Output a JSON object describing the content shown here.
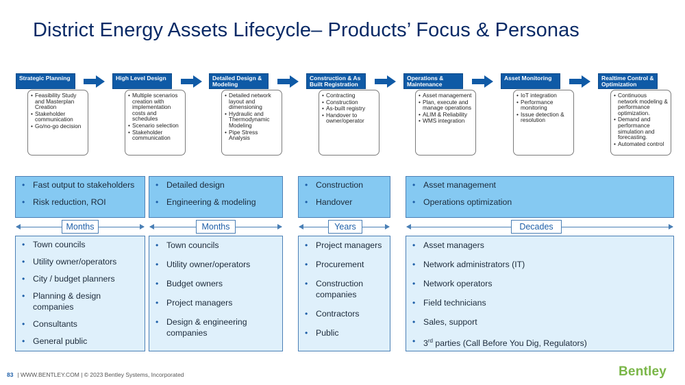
{
  "title": "District Energy Assets Lifecycle– Products’ Focus & Personas",
  "phases": [
    {
      "label": "Strategic Planning",
      "items": [
        "Feasibility Study and Masterplan Creation",
        "Stakeholder communication",
        "Go/no-go decision"
      ]
    },
    {
      "label": "High Level Design",
      "items": [
        "Multiple scenarios creation with implementation costs and schedules",
        "Scenario selection",
        "Stakeholder communication"
      ]
    },
    {
      "label": "Detailed Design & Modeling",
      "items": [
        "Detailed network layout and dimensioning",
        "Hydraulic and Thermodynamic Modeling",
        "Pipe Stress Analysis"
      ]
    },
    {
      "label": "Construction & As Built Registration",
      "items": [
        "Contracting",
        "Construction",
        "As-built registry",
        "Handover to owner/operator"
      ]
    },
    {
      "label": "Operations & Maintenance",
      "items": [
        "Asset management",
        "Plan, execute and manage operations",
        "ALIM & Reliability",
        "WMS integration"
      ]
    },
    {
      "label": "Asset Monitoring",
      "items": [
        "IoT integration",
        "Performance monitoring",
        "Issue detection & resolution"
      ]
    },
    {
      "label": "Realtime Control & Optimization",
      "items": [
        "Continuous network modeling & performance optimization.",
        "Demand and performance simulation and forecasting.",
        "Automated control"
      ]
    }
  ],
  "focus": [
    {
      "items": [
        "Fast output to stakeholders",
        "Risk reduction, ROI"
      ]
    },
    {
      "items": [
        "Detailed design",
        "Engineering & modeling"
      ]
    },
    {
      "items": [
        "Construction",
        "Handover"
      ]
    },
    {
      "items": [
        "Asset management",
        "Operations optimization"
      ]
    }
  ],
  "durations": [
    "Months",
    "Months",
    "Years",
    "Decades"
  ],
  "personas": [
    {
      "items": [
        "Town councils",
        "Utility owner/operators",
        "City / budget planners",
        "Planning & design companies",
        "Consultants",
        "General public"
      ]
    },
    {
      "items": [
        "Town councils",
        "Utility owner/operators",
        "Budget owners",
        "Project managers",
        "Design & engineering companies"
      ]
    },
    {
      "items": [
        "Project managers",
        "Procurement",
        "Construction companies",
        "Contractors",
        "Public"
      ]
    },
    {
      "items": [
        "Asset managers",
        "Network administrators (IT)",
        "Network operators",
        "Field technicians",
        "Sales, support"
      ]
    }
  ],
  "third_parties": {
    "prefix": "3",
    "sup": "rd",
    "text": " parties (Call Before You Dig, Regulators)"
  },
  "footer": {
    "page": "83",
    "text": "| WWW.BENTLEY.COM | © 2023 Bentley Systems, Incorporated"
  },
  "logo": "Bentley",
  "colors": {
    "phase_header": "#0f5aa6",
    "focus_fill": "#85c9f2",
    "persona_fill": "#dff0fb",
    "logo_green": "#7ab648"
  }
}
